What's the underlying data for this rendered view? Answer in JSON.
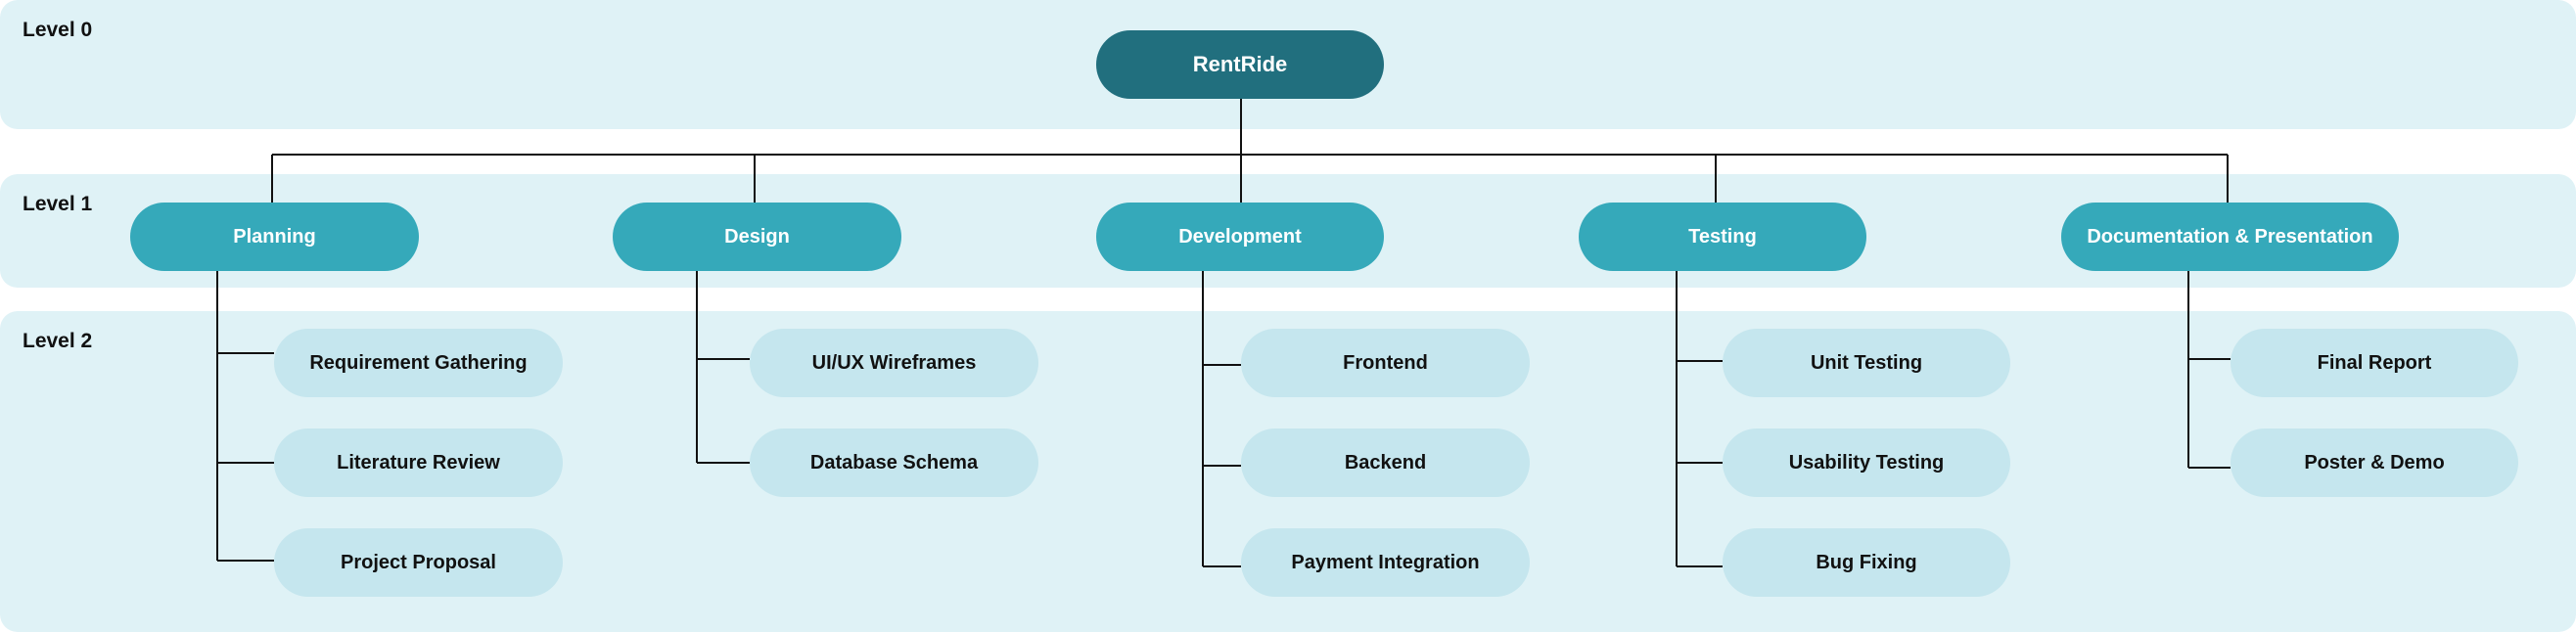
{
  "levels": {
    "level0": "Level 0",
    "level1": "Level 1",
    "level2": "Level 2"
  },
  "root": {
    "label": "RentRide"
  },
  "branches": [
    {
      "label": "Planning",
      "children": [
        "Requirement Gathering",
        "Literature Review",
        "Project Proposal"
      ]
    },
    {
      "label": "Design",
      "children": [
        "UI/UX Wireframes",
        "Database Schema"
      ]
    },
    {
      "label": "Development",
      "children": [
        "Frontend",
        "Backend",
        "Payment Integration"
      ]
    },
    {
      "label": "Testing",
      "children": [
        "Unit Testing",
        "Usability Testing",
        "Bug Fixing"
      ]
    },
    {
      "label": "Documentation & Presentation",
      "children": [
        "Final Report",
        "Poster & Demo"
      ]
    }
  ],
  "colors": {
    "band": "#dff2f6",
    "root": "#216f7e",
    "level1": "#35a9ba",
    "level2": "#c5e6ee",
    "connector": "#111111"
  }
}
